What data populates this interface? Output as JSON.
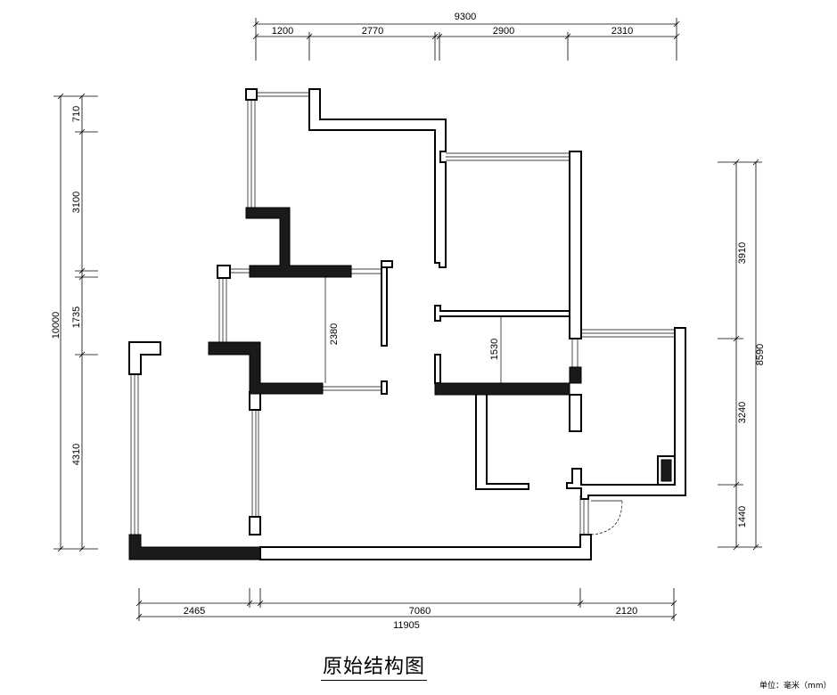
{
  "drawing": {
    "title": "原始结构图",
    "unit_note": "单位：毫米（mm）"
  },
  "dimensions": {
    "top_total": "9300",
    "top_segments": [
      "1200",
      "2770",
      "2900",
      "2310"
    ],
    "bottom_segments": [
      "2465",
      "7060",
      "2120"
    ],
    "bottom_total": "11905",
    "left_total": "10000",
    "left_segments": [
      "710",
      "3100",
      "1735",
      "4310"
    ],
    "right_segments": [
      "3910",
      "3240",
      "1440"
    ],
    "right_total": "8590",
    "interior": [
      "2380",
      "1530"
    ]
  }
}
